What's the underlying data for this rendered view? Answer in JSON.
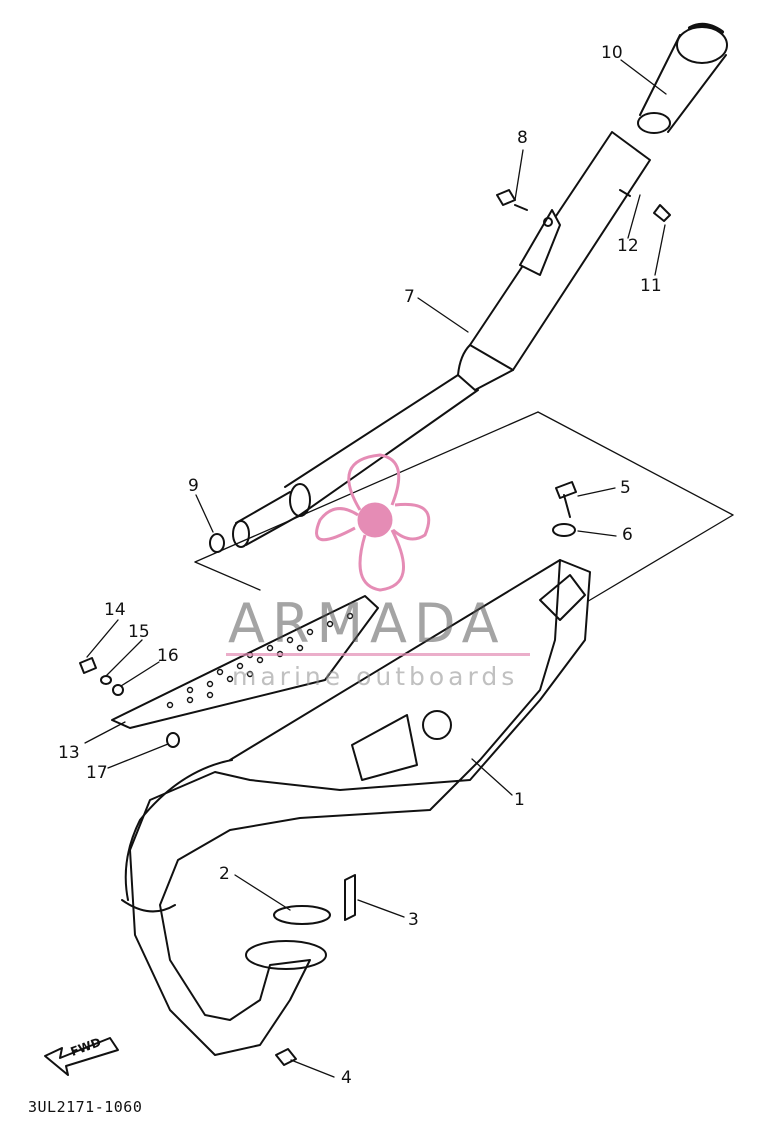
{
  "diagram": {
    "catalog_code": "3UL2171-1060",
    "fwd_label": "FWD",
    "callouts": {
      "c1": "1",
      "c2": "2",
      "c3": "3",
      "c4": "4",
      "c5": "5",
      "c6": "6",
      "c7": "7",
      "c8": "8",
      "c9": "9",
      "c10": "10",
      "c11": "11",
      "c12": "12",
      "c13": "13",
      "c14": "14",
      "c15": "15",
      "c16": "16",
      "c17": "17"
    }
  },
  "watermark": {
    "title": "ARMADA",
    "subtitle": "marine outboards",
    "color": "#e58cb5"
  }
}
